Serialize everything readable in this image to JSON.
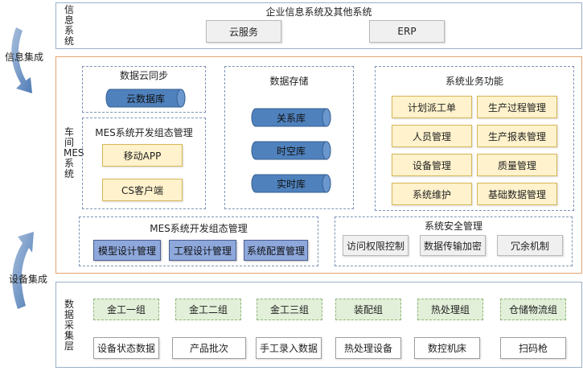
{
  "info_system": {
    "side_label": "信息系统",
    "title": "企业信息系统及其他系统",
    "boxes": [
      "云服务",
      "ERP"
    ]
  },
  "mes": {
    "side_label": "车间MES系统",
    "cloud_sync": {
      "title": "数据云同步",
      "db": "云数据库"
    },
    "dev_mobile": {
      "title": "MES系统开发组态管理",
      "items": [
        "移动APP",
        "CS客户端"
      ]
    },
    "storage": {
      "title": "数据存储",
      "dbs": [
        "关系库",
        "时空库",
        "实时库"
      ]
    },
    "business": {
      "title": "系统业务功能",
      "items": [
        "计划派工单",
        "生产过程管理",
        "人员管理",
        "生产报表管理",
        "设备管理",
        "质量管理",
        "系统维护",
        "基础数据管理"
      ]
    },
    "dev_config": {
      "title": "MES系统开发组态管理",
      "items": [
        "模型设计管理",
        "工程设计管理",
        "系统配置管理"
      ]
    },
    "security": {
      "title": "系统安全管理",
      "items": [
        "访问权限控制",
        "数据传输加密",
        "冗余机制"
      ]
    }
  },
  "collection": {
    "side_label": "数据采集层",
    "groups": [
      "金工一组",
      "金工二组",
      "金工三组",
      "装配组",
      "热处理组",
      "仓储物流组"
    ],
    "sources": [
      "设备状态数据",
      "产品批次",
      "手工录入数据",
      "热处理设备",
      "数控机床",
      "扫码枪"
    ]
  },
  "arrows": {
    "top": "信息集成",
    "bottom": "设备集成"
  },
  "colors": {
    "arrow": "#5b83b9",
    "mes_border": "#e5a36f",
    "cylinder": "#4f81bd"
  }
}
